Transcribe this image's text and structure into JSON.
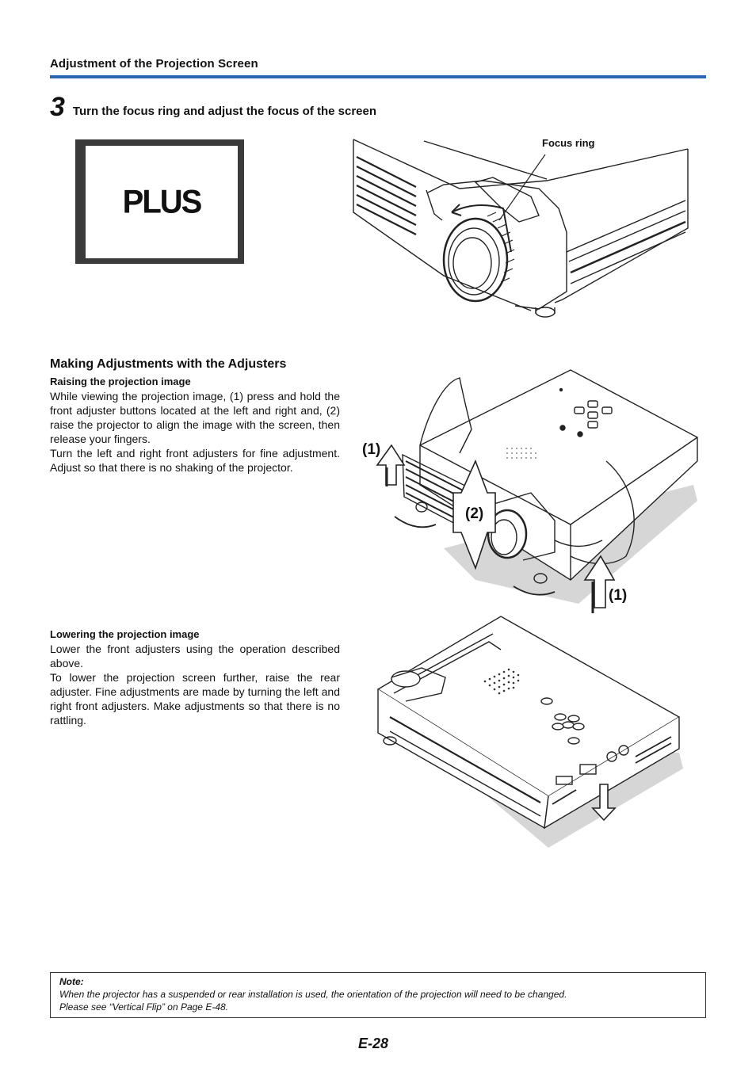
{
  "header": {
    "title": "Adjustment of the Projection Screen",
    "rule_color": "#2a66b4"
  },
  "step": {
    "number": "3",
    "text": "Turn the focus ring and adjust the focus of the screen"
  },
  "screen_image": {
    "logo_text": "PLUS"
  },
  "focus_figure": {
    "label": "Focus ring"
  },
  "adjusters": {
    "heading": "Making Adjustments with the Adjusters",
    "raising": {
      "subheading": "Raising the projection image",
      "paragraphs": [
        "While viewing the projection image, (1) press and hold the front adjuster buttons located at the left and right and, (2) raise the projector to align the image with the screen, then release your fingers.",
        "Turn the left and right front adjusters for fine adjustment. Adjust so that there is no shaking of the projector."
      ]
    },
    "callouts": {
      "press_left": "(1)",
      "raise": "(2)",
      "press_right": "(1)"
    }
  },
  "lowering": {
    "subheading": "Lowering the projection image",
    "paragraphs": [
      "Lower the front adjusters using the operation described above.",
      "To lower the projection screen further, raise the rear adjuster. Fine adjustments are made by turning the left and right front adjusters. Make adjustments so that there is no rattling."
    ]
  },
  "note": {
    "label": "Note:",
    "lines": [
      "When the projector has a suspended or rear installation is used, the orientation of the projection will need to be changed.",
      "Please see “Vertical Flip” on Page E-48."
    ]
  },
  "page_number": "E-28"
}
